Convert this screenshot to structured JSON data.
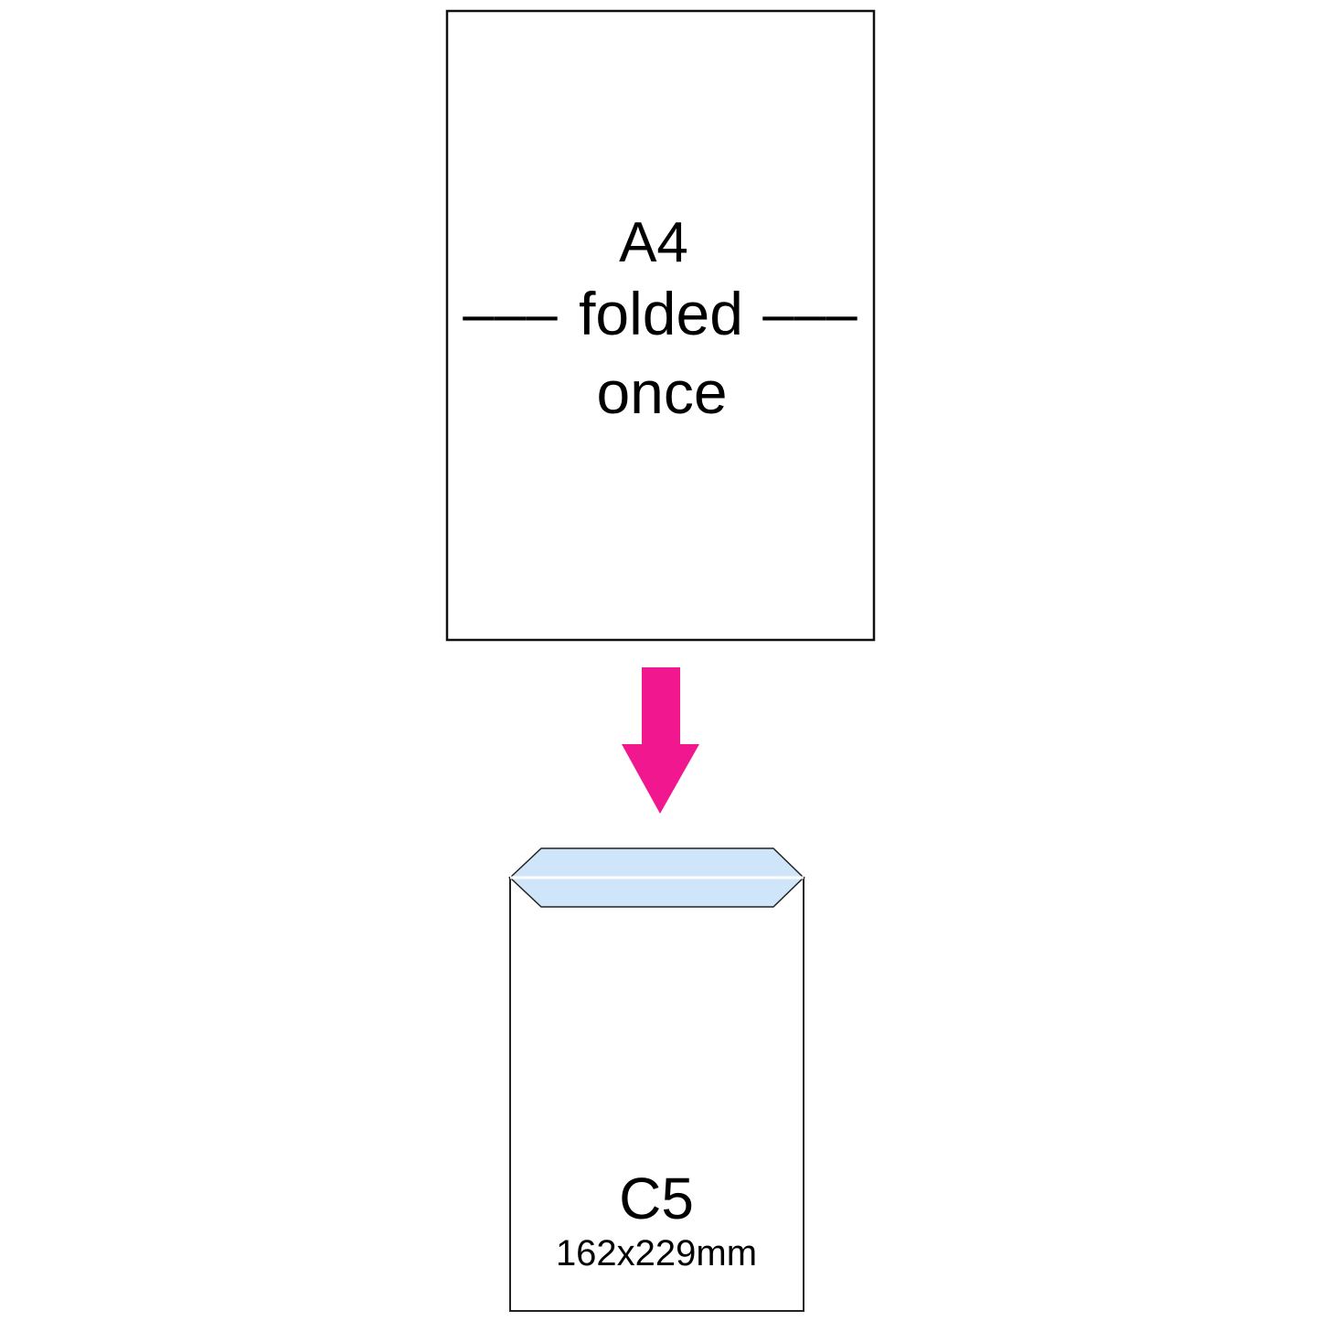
{
  "sheet": {
    "size_label": "A4",
    "fold_word": "folded",
    "fold_word_2": "once",
    "dash_left": "–––",
    "dash_right": "–––"
  },
  "arrow": {
    "icon": "down-arrow-icon",
    "color": "#f0178f"
  },
  "envelope": {
    "size_label": "C5",
    "dimensions": "162x229mm",
    "flap_color": "#cfe6fa",
    "outline_color": "#222222"
  }
}
